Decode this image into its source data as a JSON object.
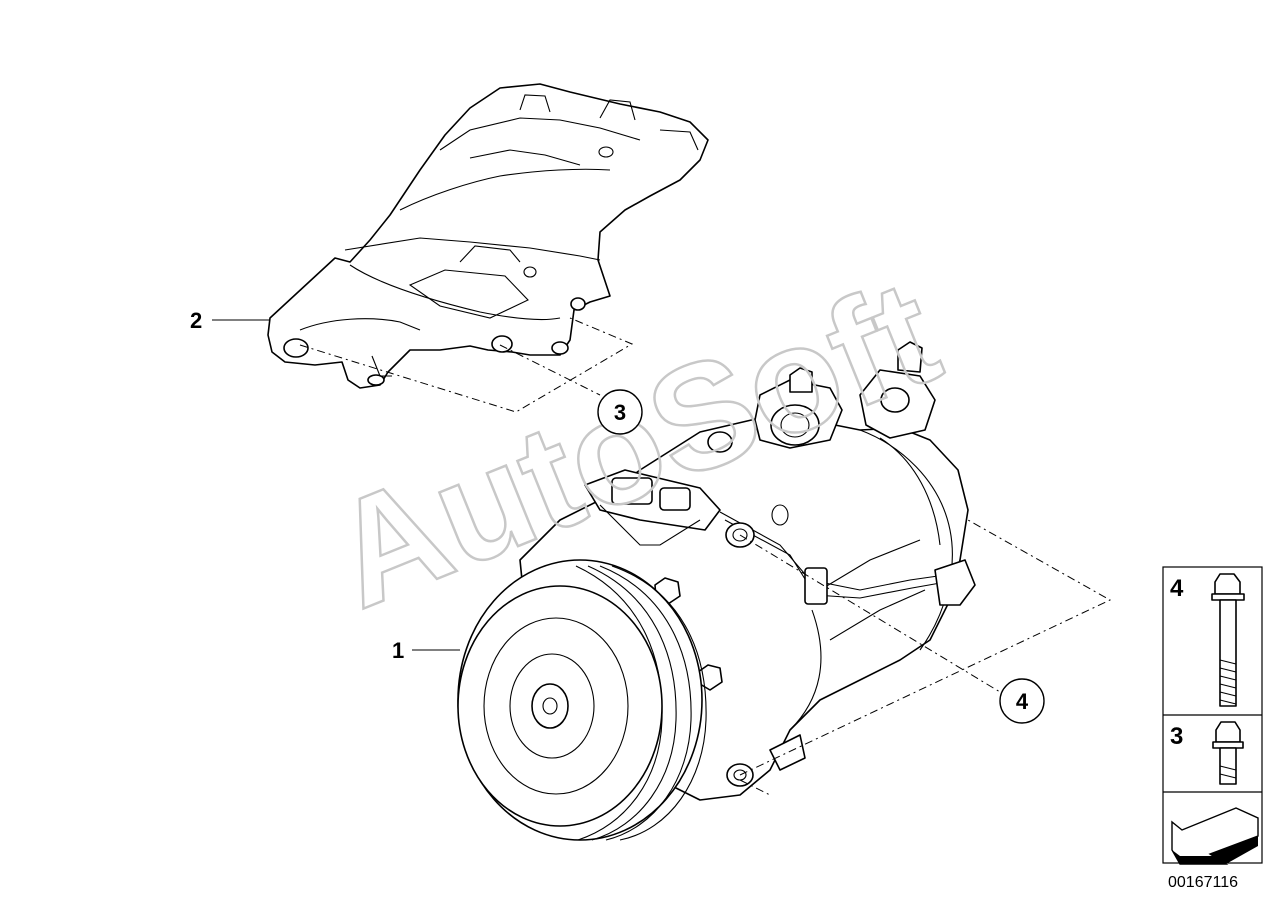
{
  "diagram": {
    "watermark": "AutoSoft",
    "callouts": [
      {
        "id": "1",
        "label": "1"
      },
      {
        "id": "2",
        "label": "2"
      },
      {
        "id": "3",
        "label": "3"
      },
      {
        "id": "4",
        "label": "4"
      }
    ],
    "legend": [
      {
        "number": "4",
        "icon": "long-bolt-icon"
      },
      {
        "number": "3",
        "icon": "short-bolt-icon"
      },
      {
        "icon": "direction-arrow-icon"
      }
    ],
    "document_number": "00167116"
  }
}
